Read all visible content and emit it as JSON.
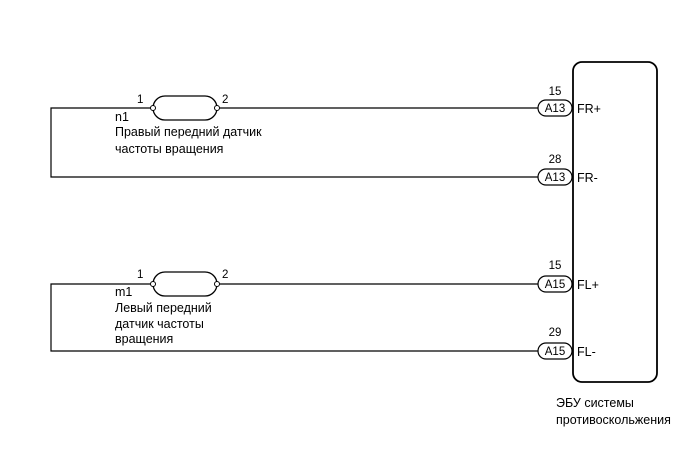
{
  "sensors": [
    {
      "id": "n1",
      "pin_left": "1",
      "pin_right": "2",
      "name_lines": [
        "Правый передний датчик",
        "частоты вращения"
      ]
    },
    {
      "id": "m1",
      "pin_left": "1",
      "pin_right": "2",
      "name_lines": [
        "Левый передний",
        "датчик частоты",
        "вращения"
      ]
    }
  ],
  "connectors": [
    {
      "pin": "15",
      "code": "A13",
      "signal": "FR+"
    },
    {
      "pin": "28",
      "code": "A13",
      "signal": "FR-"
    },
    {
      "pin": "15",
      "code": "A15",
      "signal": "FL+"
    },
    {
      "pin": "29",
      "code": "A15",
      "signal": "FL-"
    }
  ],
  "ecu": {
    "name_lines": [
      "ЭБУ системы",
      "противоскольжения"
    ]
  }
}
